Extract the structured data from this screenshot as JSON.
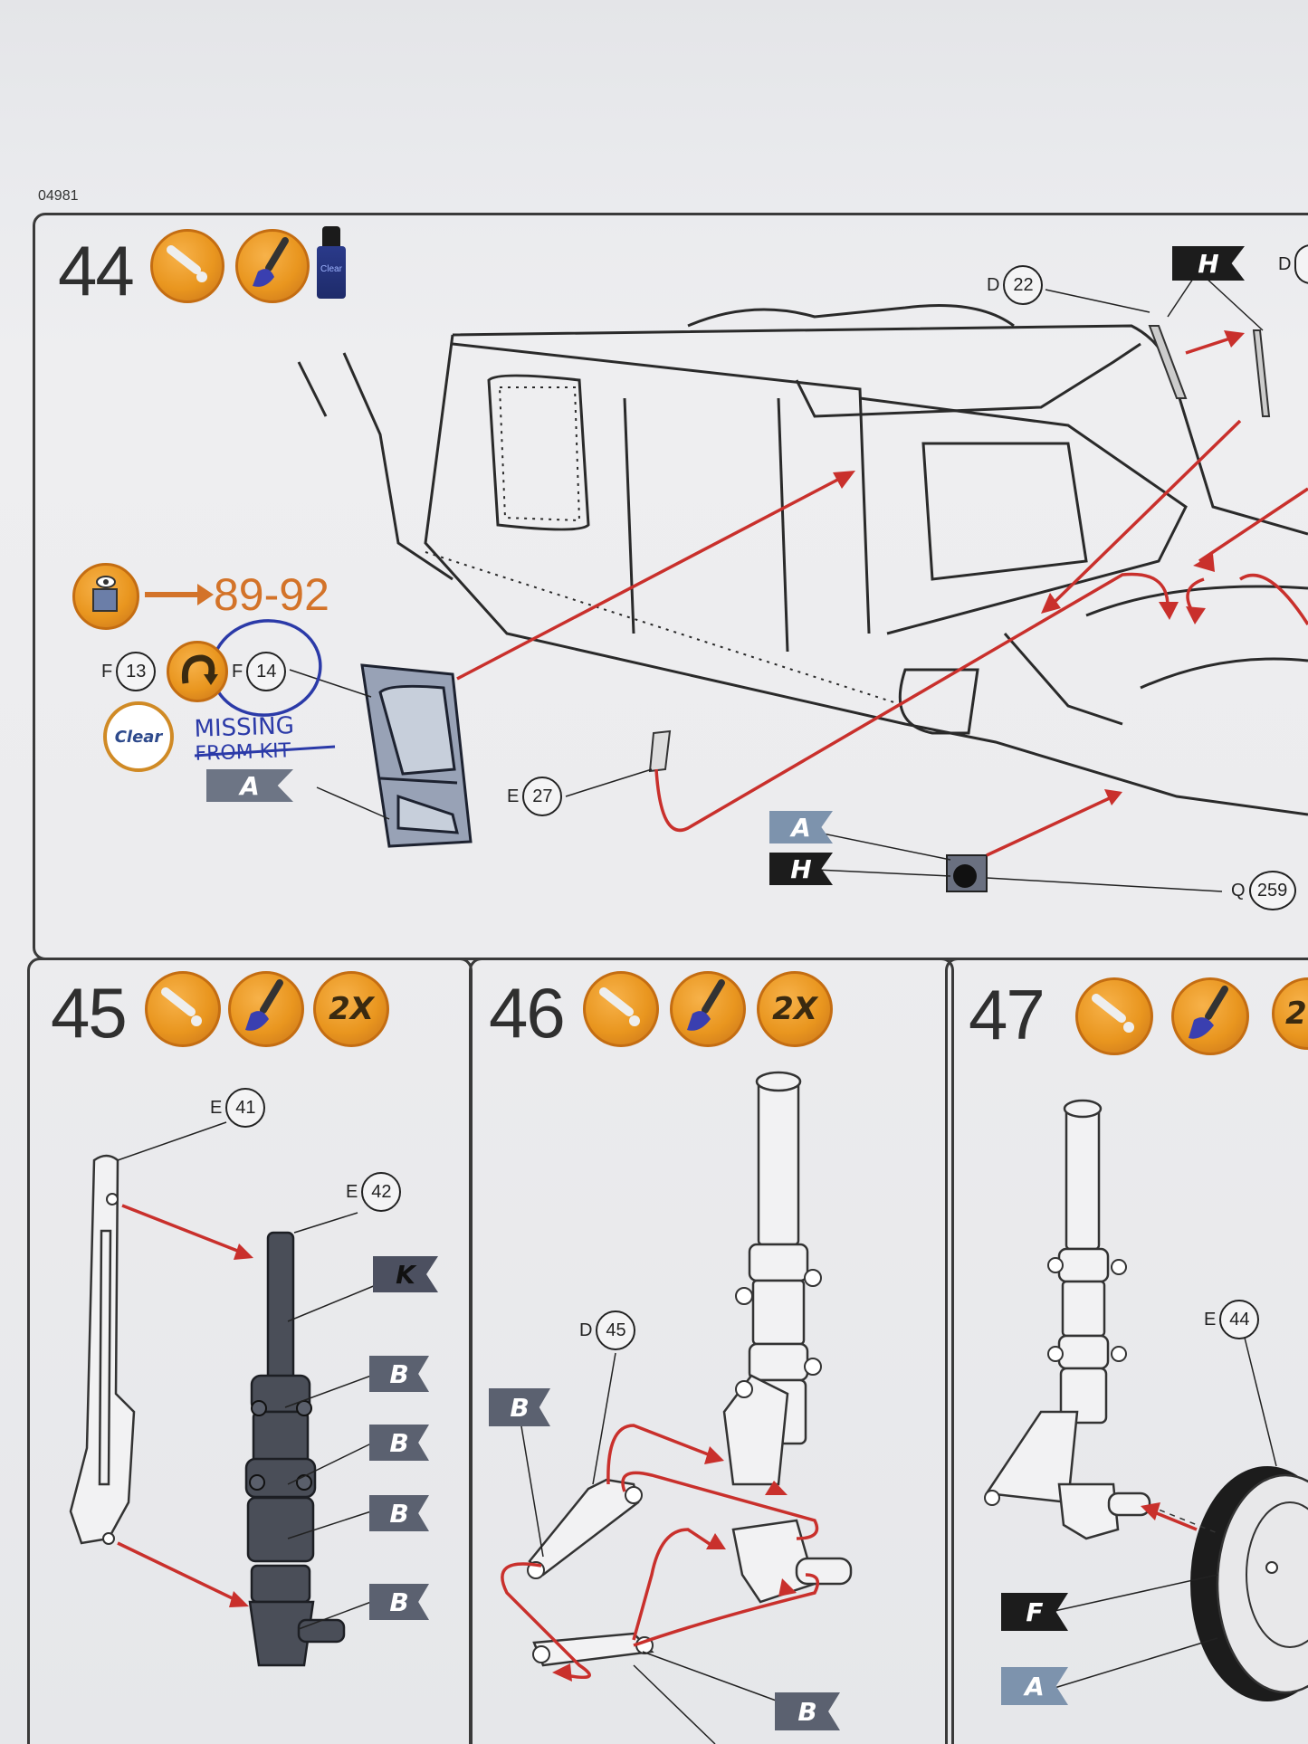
{
  "doc_number": "04981",
  "steps": [
    {
      "number": "44",
      "paint_icons": [
        "glue-icon",
        "paint-brush-icon",
        "clear-paint-bottle-icon"
      ],
      "bottle_label": "Clear"
    },
    {
      "number": "45",
      "paint_icons": [
        "glue-icon",
        "paint-brush-icon"
      ],
      "count_label": "2X"
    },
    {
      "number": "46",
      "paint_icons": [
        "glue-icon",
        "paint-brush-icon"
      ],
      "count_label": "2X"
    },
    {
      "number": "47",
      "paint_icons": [
        "glue-icon",
        "paint-brush-icon"
      ],
      "count_label": "2"
    }
  ],
  "step44": {
    "reference_steps": "89-92",
    "parts": [
      {
        "letter": "D",
        "num": "22"
      },
      {
        "letter": "D",
        "num": ""
      },
      {
        "letter": "F",
        "num": "13"
      },
      {
        "letter": "F",
        "num": "14"
      },
      {
        "letter": "E",
        "num": "27"
      },
      {
        "letter": "Q",
        "num": "259"
      }
    ],
    "color_flags": [
      "H",
      "A",
      "A",
      "H"
    ],
    "clear_label": "Clear",
    "handwritten_note": [
      "MISSING",
      "FROM KIT"
    ]
  },
  "step45": {
    "parts": [
      {
        "letter": "E",
        "num": "41"
      },
      {
        "letter": "E",
        "num": "42"
      }
    ],
    "color_flags": [
      "K",
      "B",
      "B",
      "B",
      "B"
    ]
  },
  "step46": {
    "parts": [
      {
        "letter": "D",
        "num": "45"
      }
    ],
    "color_flags": [
      "B",
      "B"
    ]
  },
  "step47": {
    "parts": [
      {
        "letter": "E",
        "num": "44"
      }
    ],
    "color_flags": [
      "F",
      "A"
    ]
  },
  "colors": {
    "arrow_red": "#c9302c",
    "icon_orange": "#e9961f",
    "ink_blue": "#2b3aa8",
    "reference_orange": "#d37329"
  }
}
